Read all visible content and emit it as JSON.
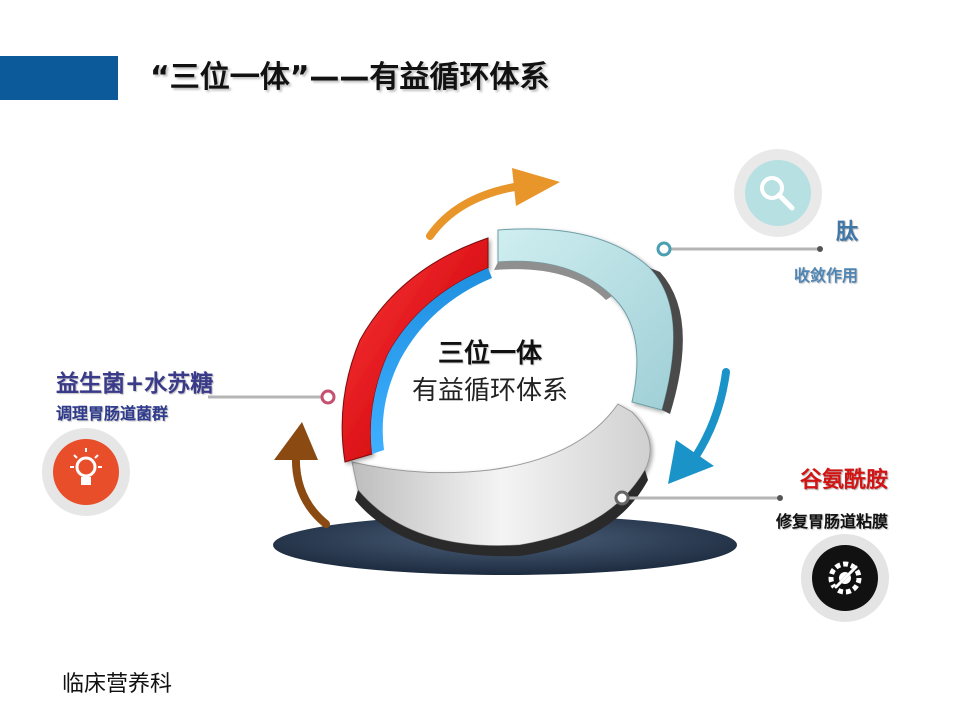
{
  "slide": {
    "title": "“三位一体”——有益循环体系",
    "accent_color": "#0d5a9a",
    "footer": "临床营养科"
  },
  "center": {
    "title": "三位一体",
    "subtitle": "有益循环体系"
  },
  "nodes": {
    "peptide": {
      "label": "肽",
      "description": "收敛作用",
      "icon": "magnifier-icon",
      "color": "#b7e0e3"
    },
    "probiotic": {
      "label": "益生菌+水苏糖",
      "description": "调理胃肠道菌群",
      "icon": "lightbulb-icon",
      "color": "#e84e2a"
    },
    "glutamine": {
      "label": "谷氨酰胺",
      "description": "修复胃肠道粘膜",
      "icon": "gear-wrench-icon",
      "color": "#111111"
    }
  },
  "colors": {
    "ring_red": "#d80f15",
    "ring_teal": "#b4dde2",
    "ring_grey": "#d8d8d8",
    "arrow_orange": "#e8952a",
    "arrow_blue": "#1a93c9",
    "arrow_brown": "#8a4a12"
  }
}
